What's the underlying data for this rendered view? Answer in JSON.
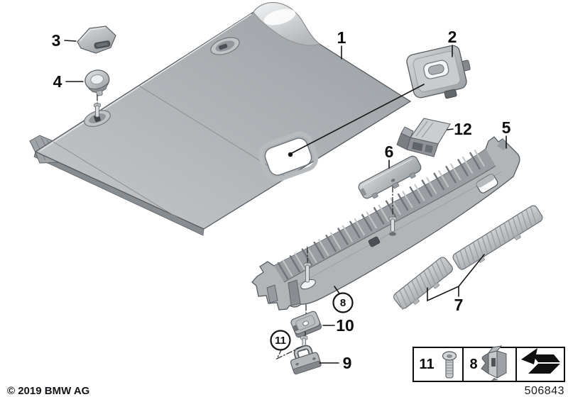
{
  "page": {
    "copyright": "© 2019 BMW AG",
    "diagram_number": "506843",
    "background": "#ffffff"
  },
  "colors": {
    "outline": "#565b5f",
    "leader_line": "#151515",
    "part_light": "#d6d9db",
    "part_mid": "#aab0b4",
    "part_dark": "#8a8e92"
  },
  "callouts": {
    "1": {
      "label": "1",
      "circled": false
    },
    "2": {
      "label": "2",
      "circled": false
    },
    "3": {
      "label": "3",
      "circled": false
    },
    "4": {
      "label": "4",
      "circled": false
    },
    "5": {
      "label": "5",
      "circled": false
    },
    "6": {
      "label": "6",
      "circled": false
    },
    "7": {
      "label": "7",
      "circled": false
    },
    "8": {
      "label": "8",
      "circled": true
    },
    "9": {
      "label": "9",
      "circled": false
    },
    "10": {
      "label": "10",
      "circled": false
    },
    "11": {
      "label": "11",
      "circled": true
    },
    "12": {
      "label": "12",
      "circled": false
    }
  },
  "legend": {
    "cells": [
      {
        "label": "11",
        "icon": "countersunk-screw-icon"
      },
      {
        "label": "8",
        "icon": "spring-clip-icon"
      },
      {
        "label": "",
        "icon": "direction-arrow-icon"
      }
    ]
  }
}
